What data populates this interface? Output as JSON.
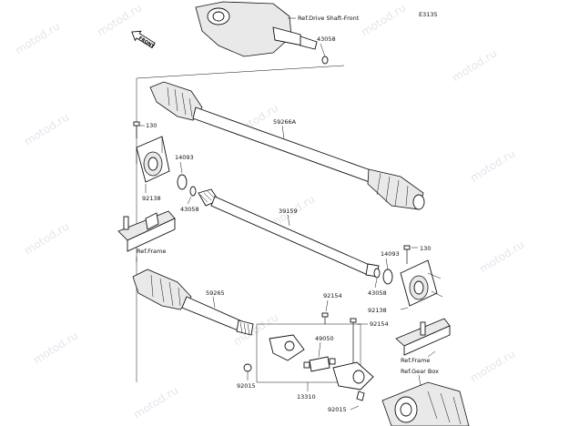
{
  "diagram_code": "E3135",
  "watermark": "motod.ru",
  "front_label": "FRONT",
  "labels": {
    "ref_drive_shaft_front": "Ref.Drive Shaft-Front",
    "p43058_top": "43058",
    "p59266A": "59266A",
    "p130_left": "130",
    "p14093_left": "14093",
    "p92138_left": "92138",
    "p43058_left": "43058",
    "p39159": "39159",
    "ref_frame_left": "Ref.Frame",
    "p14093_right": "14093",
    "p130_right": "130",
    "p43058_right": "43058",
    "p92138_right": "92138",
    "p59265": "59265",
    "p92154_a": "92154",
    "p92154_b": "92154",
    "p49050": "49050",
    "ref_frame_right": "Ref.Frame",
    "ref_gear_box": "Ref.Gear Box",
    "p92015_left": "92015",
    "p13310": "13310",
    "p92015_right": "92015"
  }
}
